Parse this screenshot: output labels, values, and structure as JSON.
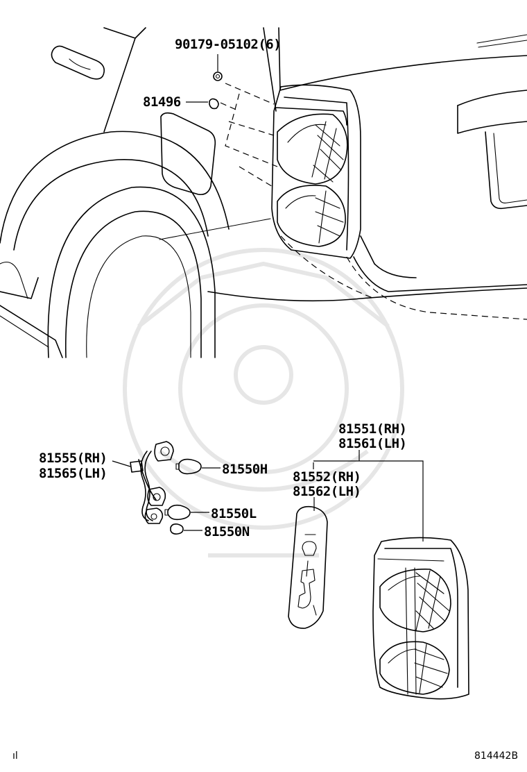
{
  "labels": {
    "bolt": "90179-05102(6)",
    "clip": "81496",
    "socket_rh": "81555(RH)",
    "socket_lh": "81565(LH)",
    "bulb_h": "81550H",
    "bulb_l": "81550L",
    "bulb_n": "81550N",
    "lamp_rh": "81551(RH)",
    "lamp_lh": "81561(LH)",
    "gasket_rh": "81552(RH)",
    "gasket_lh": "81562(LH)"
  },
  "footer": {
    "left_mark": "ıl",
    "diagram_id": "814442B"
  }
}
